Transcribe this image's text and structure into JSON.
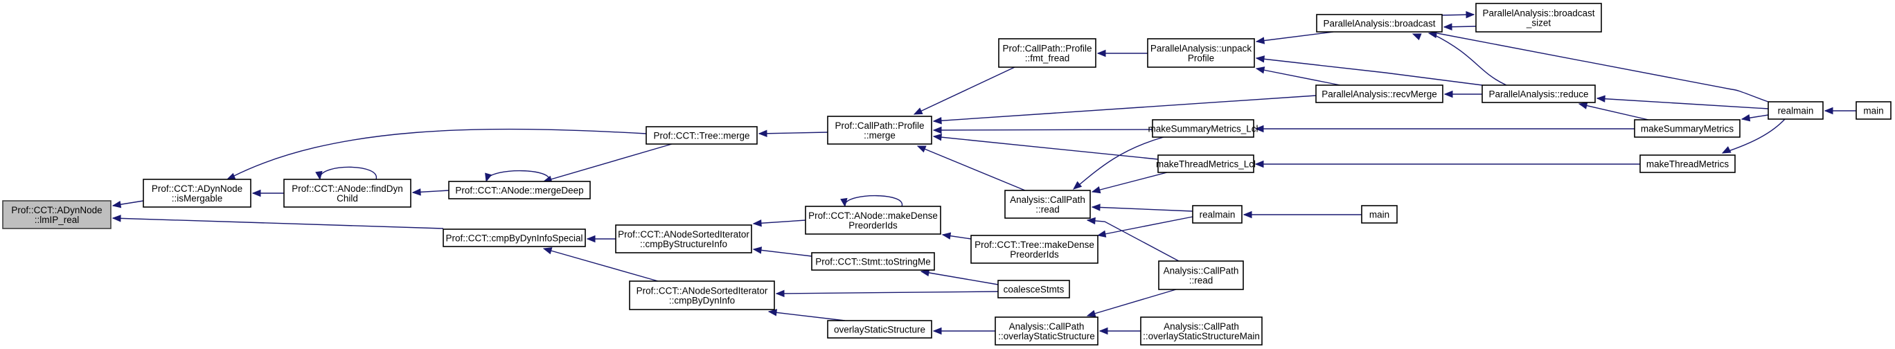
{
  "diagram": {
    "type": "call-graph",
    "title": "Prof::CCT::ADynNode::lmIP_real caller graph",
    "colors": {
      "edge": "#191970",
      "node_border": "#000000",
      "current_node_fill": "#bfbfbf",
      "node_fill": "#ffffff"
    },
    "nodes": [
      {
        "id": "lmip_real",
        "lines": [
          "Prof::CCT::ADynNode",
          "::lmIP_real"
        ],
        "current": true
      },
      {
        "id": "is_mergable",
        "lines": [
          "Prof::CCT::ADynNode",
          "::isMergable"
        ]
      },
      {
        "id": "find_dyn_child",
        "lines": [
          "Prof::CCT::ANode::findDyn",
          "Child"
        ]
      },
      {
        "id": "merge_deep",
        "lines": [
          "Prof::CCT::ANode::mergeDeep"
        ]
      },
      {
        "id": "tree_merge",
        "lines": [
          "Prof::CCT::Tree::merge"
        ]
      },
      {
        "id": "profile_merge",
        "lines": [
          "Prof::CallPath::Profile",
          "::merge"
        ]
      },
      {
        "id": "fmt_fread",
        "lines": [
          "Prof::CallPath::Profile",
          "::fmt_fread"
        ]
      },
      {
        "id": "unpack_profile",
        "lines": [
          "ParallelAnalysis::unpack",
          "Profile"
        ]
      },
      {
        "id": "broadcast",
        "lines": [
          "ParallelAnalysis::broadcast"
        ]
      },
      {
        "id": "broadcast_sizet",
        "lines": [
          "ParallelAnalysis::broadcast",
          "_sizet"
        ]
      },
      {
        "id": "recv_merge",
        "lines": [
          "ParallelAnalysis::recvMerge"
        ]
      },
      {
        "id": "reduce",
        "lines": [
          "ParallelAnalysis::reduce"
        ]
      },
      {
        "id": "realmain_1",
        "lines": [
          "realmain"
        ]
      },
      {
        "id": "main_1",
        "lines": [
          "main"
        ]
      },
      {
        "id": "make_summary_metrics_lcl",
        "lines": [
          "makeSummaryMetrics_Lcl"
        ]
      },
      {
        "id": "make_summary_metrics",
        "lines": [
          "makeSummaryMetrics"
        ]
      },
      {
        "id": "make_thread_metrics_lcl",
        "lines": [
          "makeThreadMetrics_Lcl"
        ]
      },
      {
        "id": "make_thread_metrics",
        "lines": [
          "makeThreadMetrics"
        ]
      },
      {
        "id": "callpath_read_1",
        "lines": [
          "Analysis::CallPath",
          "::read"
        ]
      },
      {
        "id": "realmain_2",
        "lines": [
          "realmain"
        ]
      },
      {
        "id": "main_2",
        "lines": [
          "main"
        ]
      },
      {
        "id": "cmp_by_dyn_info_special",
        "lines": [
          "Prof::CCT::cmpByDynInfoSpecial"
        ]
      },
      {
        "id": "cmp_by_structure_info",
        "lines": [
          "Prof::CCT::ANodeSortedIterator",
          "::cmpByStructureInfo"
        ]
      },
      {
        "id": "anode_make_dense",
        "lines": [
          "Prof::CCT::ANode::makeDense",
          "PreorderIds"
        ]
      },
      {
        "id": "tree_make_dense",
        "lines": [
          "Prof::CCT::Tree::makeDense",
          "PreorderIds"
        ]
      },
      {
        "id": "to_string_me",
        "lines": [
          "Prof::CCT::Stmt::toStringMe"
        ]
      },
      {
        "id": "coalesce_stmts",
        "lines": [
          "coalesceStmts"
        ]
      },
      {
        "id": "callpath_read_2",
        "lines": [
          "Analysis::CallPath",
          "::read"
        ]
      },
      {
        "id": "cmp_by_dyn_info",
        "lines": [
          "Prof::CCT::ANodeSortedIterator",
          "::cmpByDynInfo"
        ]
      },
      {
        "id": "overlay_static_structure",
        "lines": [
          "overlayStaticStructure"
        ]
      },
      {
        "id": "callpath_overlay",
        "lines": [
          "Analysis::CallPath",
          "::overlayStaticStructure"
        ]
      },
      {
        "id": "callpath_overlay_main",
        "lines": [
          "Analysis::CallPath",
          "::overlayStaticStructureMain"
        ]
      }
    ],
    "edges": [
      {
        "from": "is_mergable",
        "to": "lmip_real"
      },
      {
        "from": "cmp_by_dyn_info_special",
        "to": "lmip_real"
      },
      {
        "from": "find_dyn_child",
        "to": "is_mergable"
      },
      {
        "from": "tree_merge",
        "to": "is_mergable"
      },
      {
        "from": "find_dyn_child",
        "to": "find_dyn_child"
      },
      {
        "from": "merge_deep",
        "to": "find_dyn_child"
      },
      {
        "from": "merge_deep",
        "to": "merge_deep"
      },
      {
        "from": "tree_merge",
        "to": "merge_deep"
      },
      {
        "from": "profile_merge",
        "to": "tree_merge"
      },
      {
        "from": "fmt_fread",
        "to": "profile_merge"
      },
      {
        "from": "recv_merge",
        "to": "profile_merge"
      },
      {
        "from": "make_summary_metrics_lcl",
        "to": "profile_merge"
      },
      {
        "from": "make_thread_metrics_lcl",
        "to": "profile_merge"
      },
      {
        "from": "callpath_read_1",
        "to": "profile_merge"
      },
      {
        "from": "unpack_profile",
        "to": "fmt_fread"
      },
      {
        "from": "broadcast",
        "to": "unpack_profile"
      },
      {
        "from": "reduce",
        "to": "unpack_profile"
      },
      {
        "from": "recv_merge",
        "to": "unpack_profile"
      },
      {
        "from": "broadcast",
        "to": "broadcast_sizet"
      },
      {
        "from": "broadcast_sizet",
        "to": "broadcast"
      },
      {
        "from": "reduce",
        "to": "broadcast"
      },
      {
        "from": "realmain_1",
        "to": "broadcast"
      },
      {
        "from": "reduce",
        "to": "recv_merge"
      },
      {
        "from": "realmain_1",
        "to": "reduce"
      },
      {
        "from": "make_summary_metrics",
        "to": "reduce"
      },
      {
        "from": "main_1",
        "to": "realmain_1"
      },
      {
        "from": "make_summary_metrics",
        "to": "make_summary_metrics_lcl"
      },
      {
        "from": "realmain_1",
        "to": "make_summary_metrics"
      },
      {
        "from": "make_thread_metrics",
        "to": "make_thread_metrics_lcl"
      },
      {
        "from": "realmain_1",
        "to": "make_thread_metrics"
      },
      {
        "from": "make_summary_metrics_lcl",
        "to": "callpath_read_1"
      },
      {
        "from": "make_thread_metrics_lcl",
        "to": "callpath_read_1"
      },
      {
        "from": "realmain_2",
        "to": "callpath_read_1"
      },
      {
        "from": "callpath_read_2",
        "to": "callpath_read_1"
      },
      {
        "from": "main_2",
        "to": "realmain_2"
      },
      {
        "from": "cmp_by_structure_info",
        "to": "cmp_by_dyn_info_special"
      },
      {
        "from": "cmp_by_dyn_info",
        "to": "cmp_by_dyn_info_special"
      },
      {
        "from": "anode_make_dense",
        "to": "cmp_by_structure_info"
      },
      {
        "from": "to_string_me",
        "to": "cmp_by_structure_info"
      },
      {
        "from": "anode_make_dense",
        "to": "anode_make_dense"
      },
      {
        "from": "tree_make_dense",
        "to": "anode_make_dense"
      },
      {
        "from": "realmain_2",
        "to": "tree_make_dense"
      },
      {
        "from": "coalesce_stmts",
        "to": "to_string_me"
      },
      {
        "from": "coalesce_stmts",
        "to": "cmp_by_dyn_info"
      },
      {
        "from": "overlay_static_structure",
        "to": "cmp_by_dyn_info"
      },
      {
        "from": "callpath_overlay",
        "to": "overlay_static_structure"
      },
      {
        "from": "callpath_read_2",
        "to": "callpath_overlay"
      },
      {
        "from": "callpath_overlay_main",
        "to": "callpath_overlay"
      }
    ]
  }
}
